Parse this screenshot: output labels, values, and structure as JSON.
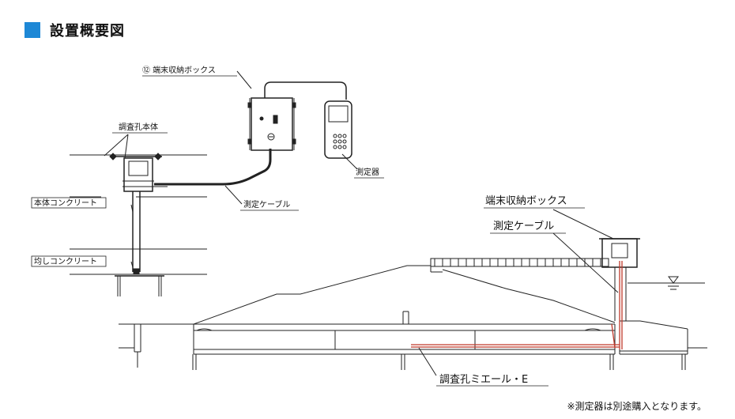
{
  "title": "設置概要図",
  "labels": {
    "terminal_box_numbered": "⑫ 端末収納ボックス",
    "survey_hole_body": "調査孔本体",
    "body_concrete": "本体コンクリート",
    "leveling_concrete": "均しコンクリート",
    "measuring_device": "測定器",
    "measuring_cable_small": "測定ケーブル",
    "terminal_box": "端末収納ボックス",
    "measuring_cable": "測定ケーブル",
    "survey_hole_product": "調査孔ミエール・E"
  },
  "note": "※測定器は別途購入となります。",
  "colors": {
    "accent": "#1e88d6",
    "cable_red": "#c0392b",
    "line": "#222222"
  }
}
